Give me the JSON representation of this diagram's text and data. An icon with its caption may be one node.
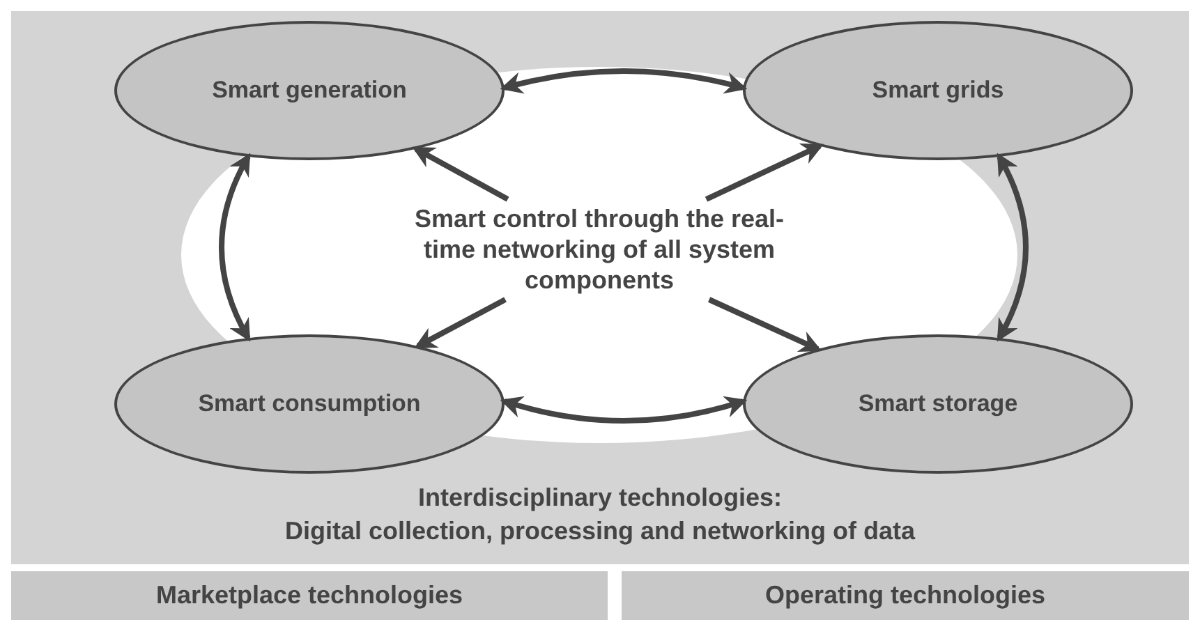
{
  "diagram": {
    "nodes": [
      {
        "text": [
          "Interdisciplinary technologies:",
          "Digital collection, processing and networking of data"
        ]
      },
      {
        "text": [
          "Smart generation"
        ],
        "in": 0
      },
      {
        "text": [
          "Smart grids"
        ],
        "in": 0
      },
      {
        "text": [
          "Smart control through the real-time networking of all system components"
        ],
        "in": 0
      },
      {
        "text": [
          "Smart consumption"
        ],
        "in": 0
      },
      {
        "text": [
          "Smart storage"
        ],
        "in": 0
      },
      {
        "text": [
          "Marketplace technologies"
        ]
      },
      {
        "text": [
          "Operating technologies"
        ]
      }
    ],
    "edges": [
      {
        "from": 1,
        "to": 2,
        "arrow": "both"
      },
      {
        "from": 1,
        "to": 4,
        "arrow": "both"
      },
      {
        "from": 2,
        "to": 5,
        "arrow": "both"
      },
      {
        "from": 4,
        "to": 5,
        "arrow": "both"
      },
      {
        "from": 3,
        "to": 1,
        "arrow": "to"
      },
      {
        "from": 3,
        "to": 2,
        "arrow": "to"
      },
      {
        "from": 3,
        "to": 4,
        "arrow": "to"
      },
      {
        "from": 3,
        "to": 5,
        "arrow": "to"
      }
    ]
  }
}
